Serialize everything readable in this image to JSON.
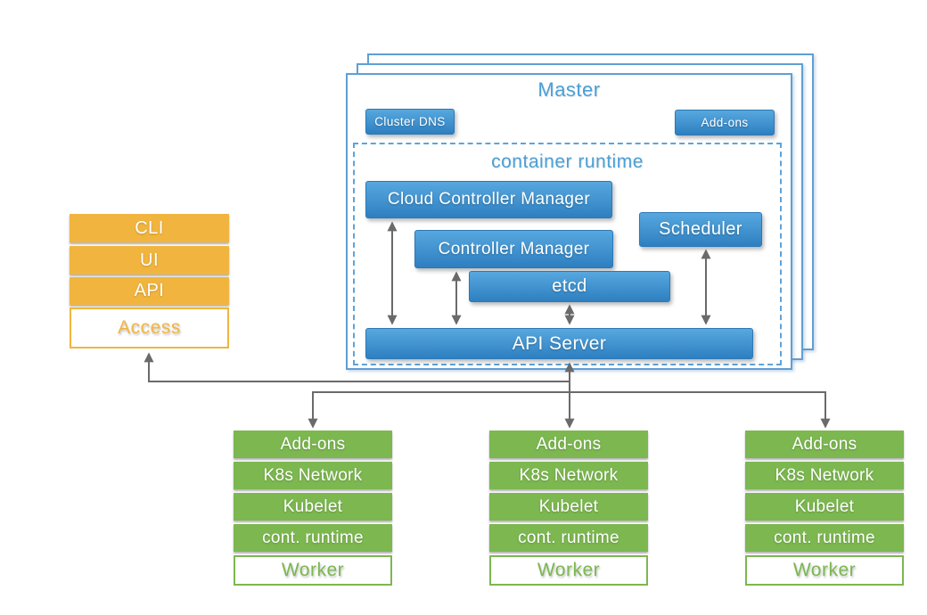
{
  "master": {
    "title": "Master",
    "cluster_dns_label": "Cluster DNS",
    "addons_label": "Add-ons",
    "container_runtime": {
      "title": "container runtime",
      "cloud_controller_manager": "Cloud Controller Manager",
      "controller_manager": "Controller Manager",
      "scheduler": "Scheduler",
      "etcd": "etcd",
      "api_server": "API Server"
    }
  },
  "access_stack": {
    "rows": [
      "CLI",
      "UI",
      "API"
    ],
    "base_label": "Access"
  },
  "workers": [
    {
      "rows": [
        "Add-ons",
        "K8s Network",
        "Kubelet",
        "cont. runtime"
      ],
      "base_label": "Worker"
    },
    {
      "rows": [
        "Add-ons",
        "K8s Network",
        "Kubelet",
        "cont. runtime"
      ],
      "base_label": "Worker"
    },
    {
      "rows": [
        "Add-ons",
        "K8s Network",
        "Kubelet",
        "cont. runtime"
      ],
      "base_label": "Worker"
    }
  ],
  "colors": {
    "blue_top": "#57a8df",
    "blue_bottom": "#2e7fc0",
    "blue_border": "#2d78b6",
    "master_border": "#5f9fd4",
    "master_title": "#4aa0d8",
    "dashed_border": "#5fa3d8",
    "orange": "#f1b53f",
    "green": "#7cb750",
    "line_gray": "#6a6a6a",
    "bg": "#ffffff"
  }
}
